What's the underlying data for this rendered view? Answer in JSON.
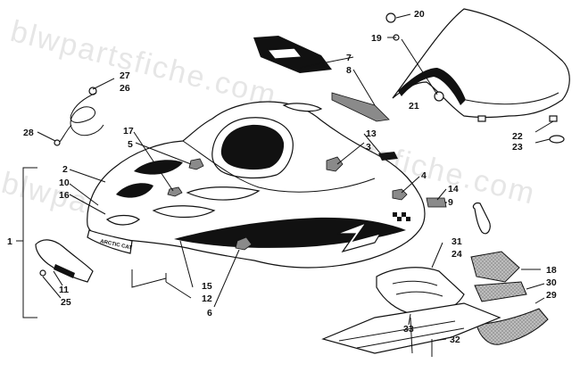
{
  "watermark": "blwpartsfiche.com",
  "brand_text": "ARCTIC CAT",
  "callouts": [
    {
      "id": "c1",
      "label": "1"
    },
    {
      "id": "c2",
      "label": "2"
    },
    {
      "id": "c3",
      "label": "3"
    },
    {
      "id": "c4",
      "label": "4"
    },
    {
      "id": "c5",
      "label": "5"
    },
    {
      "id": "c6",
      "label": "6"
    },
    {
      "id": "c7",
      "label": "7"
    },
    {
      "id": "c8",
      "label": "8"
    },
    {
      "id": "c9",
      "label": "9"
    },
    {
      "id": "c10",
      "label": "10"
    },
    {
      "id": "c11",
      "label": "11"
    },
    {
      "id": "c12",
      "label": "12"
    },
    {
      "id": "c13",
      "label": "13"
    },
    {
      "id": "c14",
      "label": "14"
    },
    {
      "id": "c15",
      "label": "15"
    },
    {
      "id": "c16",
      "label": "16"
    },
    {
      "id": "c17",
      "label": "17"
    },
    {
      "id": "c18",
      "label": "18"
    },
    {
      "id": "c19",
      "label": "19"
    },
    {
      "id": "c20",
      "label": "20"
    },
    {
      "id": "c21",
      "label": "21"
    },
    {
      "id": "c22",
      "label": "22"
    },
    {
      "id": "c23",
      "label": "23"
    },
    {
      "id": "c24",
      "label": "24"
    },
    {
      "id": "c25",
      "label": "25"
    },
    {
      "id": "c26",
      "label": "26"
    },
    {
      "id": "c27",
      "label": "27"
    },
    {
      "id": "c28",
      "label": "28"
    },
    {
      "id": "c29",
      "label": "29"
    },
    {
      "id": "c30",
      "label": "30"
    },
    {
      "id": "c31",
      "label": "31"
    },
    {
      "id": "c32",
      "label": "32"
    },
    {
      "id": "c33",
      "label": "33"
    }
  ]
}
